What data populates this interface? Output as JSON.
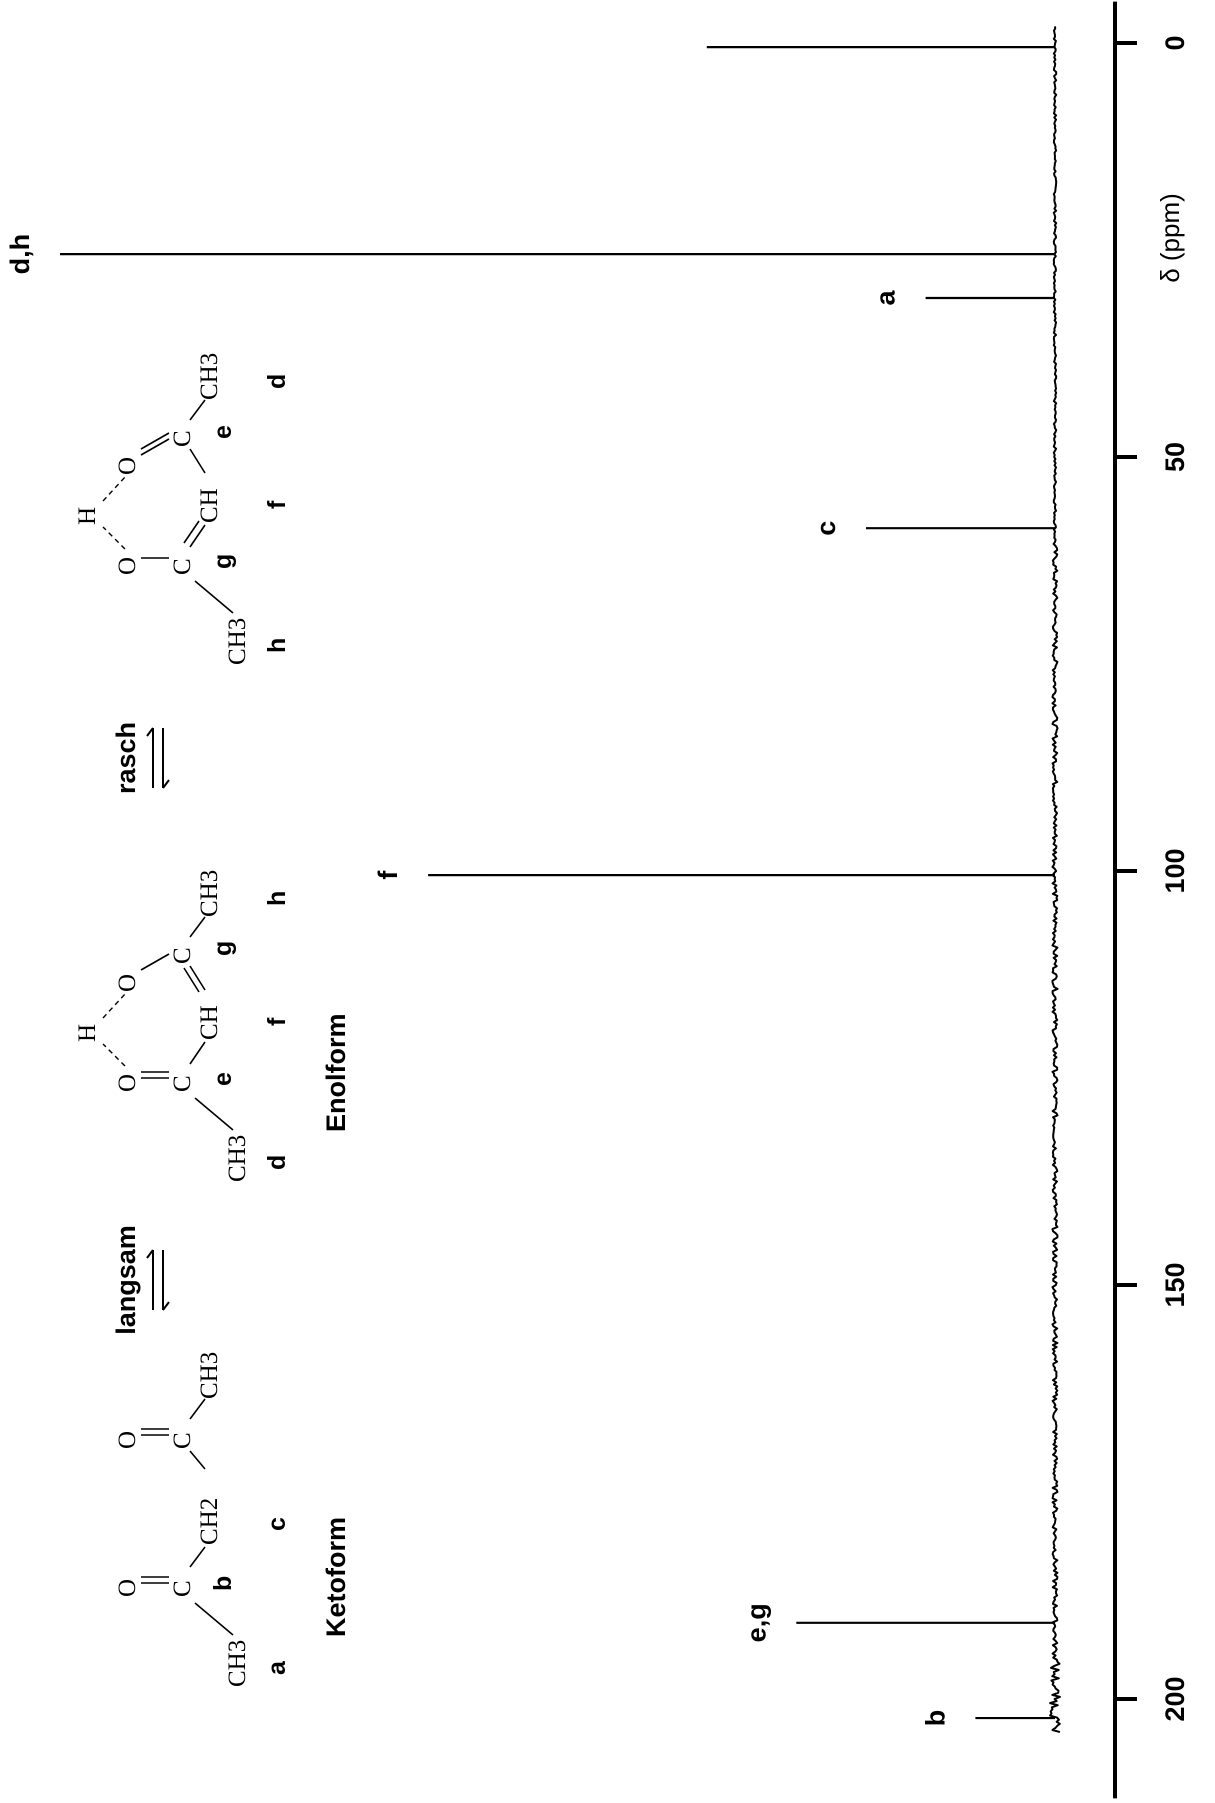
{
  "chart_data": {
    "type": "line",
    "title": "",
    "xlabel": "δ (ppm)",
    "ylabel": "",
    "xlim": [
      -5,
      212
    ],
    "x_ticks": [
      0,
      50,
      100,
      150,
      200
    ],
    "x_tick_labels": [
      "0",
      "50",
      "100",
      "150",
      "200"
    ],
    "orientation": "rotated-90",
    "peaks": [
      {
        "label": "",
        "x": 0.5,
        "y": 0.35
      },
      {
        "label": "d,h",
        "x": 25.5,
        "y": 1.0
      },
      {
        "label": "a",
        "x": 30.8,
        "y": 0.13
      },
      {
        "label": "c",
        "x": 58.6,
        "y": 0.19
      },
      {
        "label": "f",
        "x": 100.5,
        "y": 0.63
      },
      {
        "label": "e,g",
        "x": 190.8,
        "y": 0.26
      },
      {
        "label": "b",
        "x": 202.3,
        "y": 0.08
      }
    ]
  },
  "molecules": {
    "keto": {
      "name": "Ketoform",
      "atoms": {
        "ch3_a": "CH3",
        "ch3_d": "CH3",
        "o1": "O",
        "o2": "O",
        "c1": "C",
        "c2": "C",
        "ch2": "CH2"
      },
      "letters": {
        "a": "a",
        "b": "b",
        "c": "c"
      }
    },
    "enol1": {
      "name": "Enolform",
      "atoms": {
        "ch3_d": "CH3",
        "ch3_h": "CH3",
        "o1": "O",
        "o2": "O",
        "h": "H",
        "c1": "C",
        "c2": "C",
        "ch": "CH"
      },
      "letters": {
        "d": "d",
        "e": "e",
        "f": "f",
        "g": "g",
        "h": "h"
      }
    },
    "enol2": {
      "atoms": {
        "ch3_h": "CH3",
        "ch3_d": "CH3",
        "o1": "O",
        "o2": "O",
        "h": "H",
        "c1": "C",
        "c2": "C",
        "ch": "CH"
      },
      "letters": {
        "h": "h",
        "g": "g",
        "f": "f",
        "e": "e",
        "d": "d"
      }
    }
  },
  "equilibria": [
    {
      "label": "langsam"
    },
    {
      "label": "rasch"
    }
  ]
}
